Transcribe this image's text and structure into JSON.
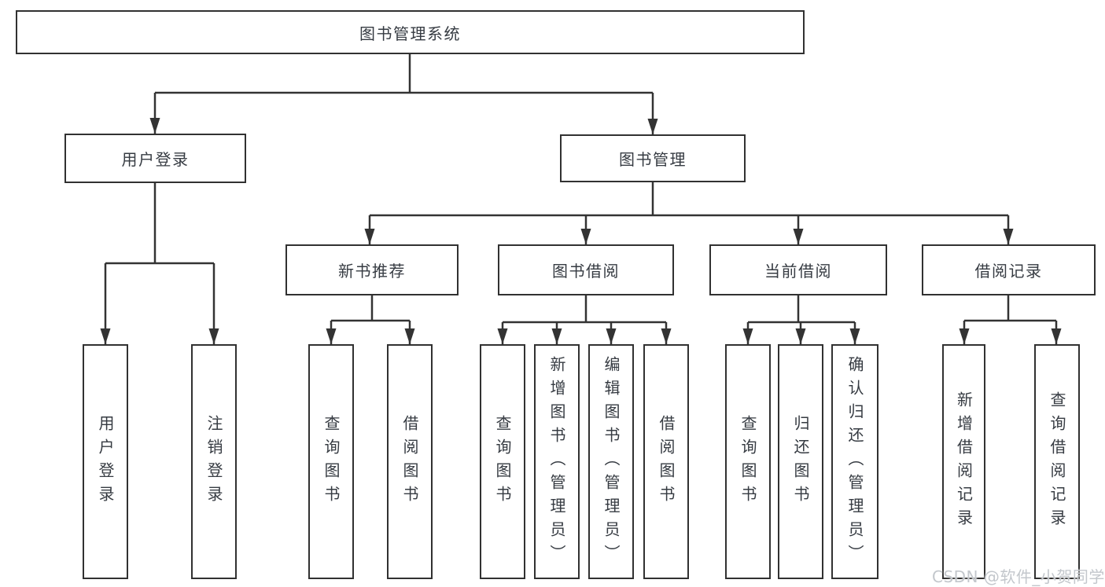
{
  "diagram": {
    "type": "tree-diagram",
    "colors": {
      "line": "#333333",
      "border": "#313131",
      "text": "#363b42",
      "background": "#ffffff",
      "watermark": "#c3c7cc"
    },
    "watermark": "CSDN @软件_小贺同学",
    "nodes": {
      "root": {
        "label": "图书管理系统"
      },
      "login": {
        "label": "用户登录"
      },
      "mgmt": {
        "label": "图书管理"
      },
      "newbook": {
        "label": "新书推荐"
      },
      "borrow": {
        "label": "图书借阅"
      },
      "current": {
        "label": "当前借阅"
      },
      "record": {
        "label": "借阅记录"
      },
      "user_login": {
        "label": "用户登录"
      },
      "logout": {
        "label": "注销登录"
      },
      "nb_query": {
        "label": "查询图书"
      },
      "nb_borrow": {
        "label": "借阅图书"
      },
      "bb_query": {
        "label": "查询图书"
      },
      "bb_add": {
        "label": "新增图书（管理员）"
      },
      "bb_edit": {
        "label": "编辑图书（管理员）"
      },
      "bb_borrow": {
        "label": "借阅图书"
      },
      "cb_query": {
        "label": "查询图书"
      },
      "cb_return": {
        "label": "归还图书"
      },
      "cb_confirm": {
        "label": "确认归还（管理员）"
      },
      "rec_add": {
        "label": "新增借阅记录"
      },
      "rec_query": {
        "label": "查询借阅记录"
      }
    },
    "edges": [
      [
        "root",
        "login"
      ],
      [
        "root",
        "mgmt"
      ],
      [
        "login",
        "user_login"
      ],
      [
        "login",
        "logout"
      ],
      [
        "mgmt",
        "newbook"
      ],
      [
        "mgmt",
        "borrow"
      ],
      [
        "mgmt",
        "current"
      ],
      [
        "mgmt",
        "record"
      ],
      [
        "newbook",
        "nb_query"
      ],
      [
        "newbook",
        "nb_borrow"
      ],
      [
        "borrow",
        "bb_query"
      ],
      [
        "borrow",
        "bb_add"
      ],
      [
        "borrow",
        "bb_edit"
      ],
      [
        "borrow",
        "bb_borrow"
      ],
      [
        "current",
        "cb_query"
      ],
      [
        "current",
        "cb_return"
      ],
      [
        "current",
        "cb_confirm"
      ],
      [
        "record",
        "rec_add"
      ],
      [
        "record",
        "rec_query"
      ]
    ]
  }
}
